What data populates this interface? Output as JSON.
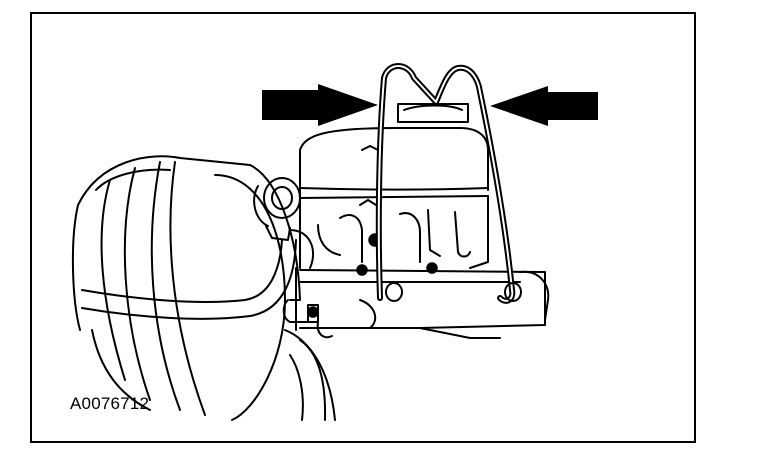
{
  "figure": {
    "id_label": "A0076712",
    "subject": "brake-master-cylinder-with-reservoir-and-retaining-clip",
    "arrows": 2,
    "colors": {
      "line": "#000000",
      "background": "#ffffff"
    }
  }
}
